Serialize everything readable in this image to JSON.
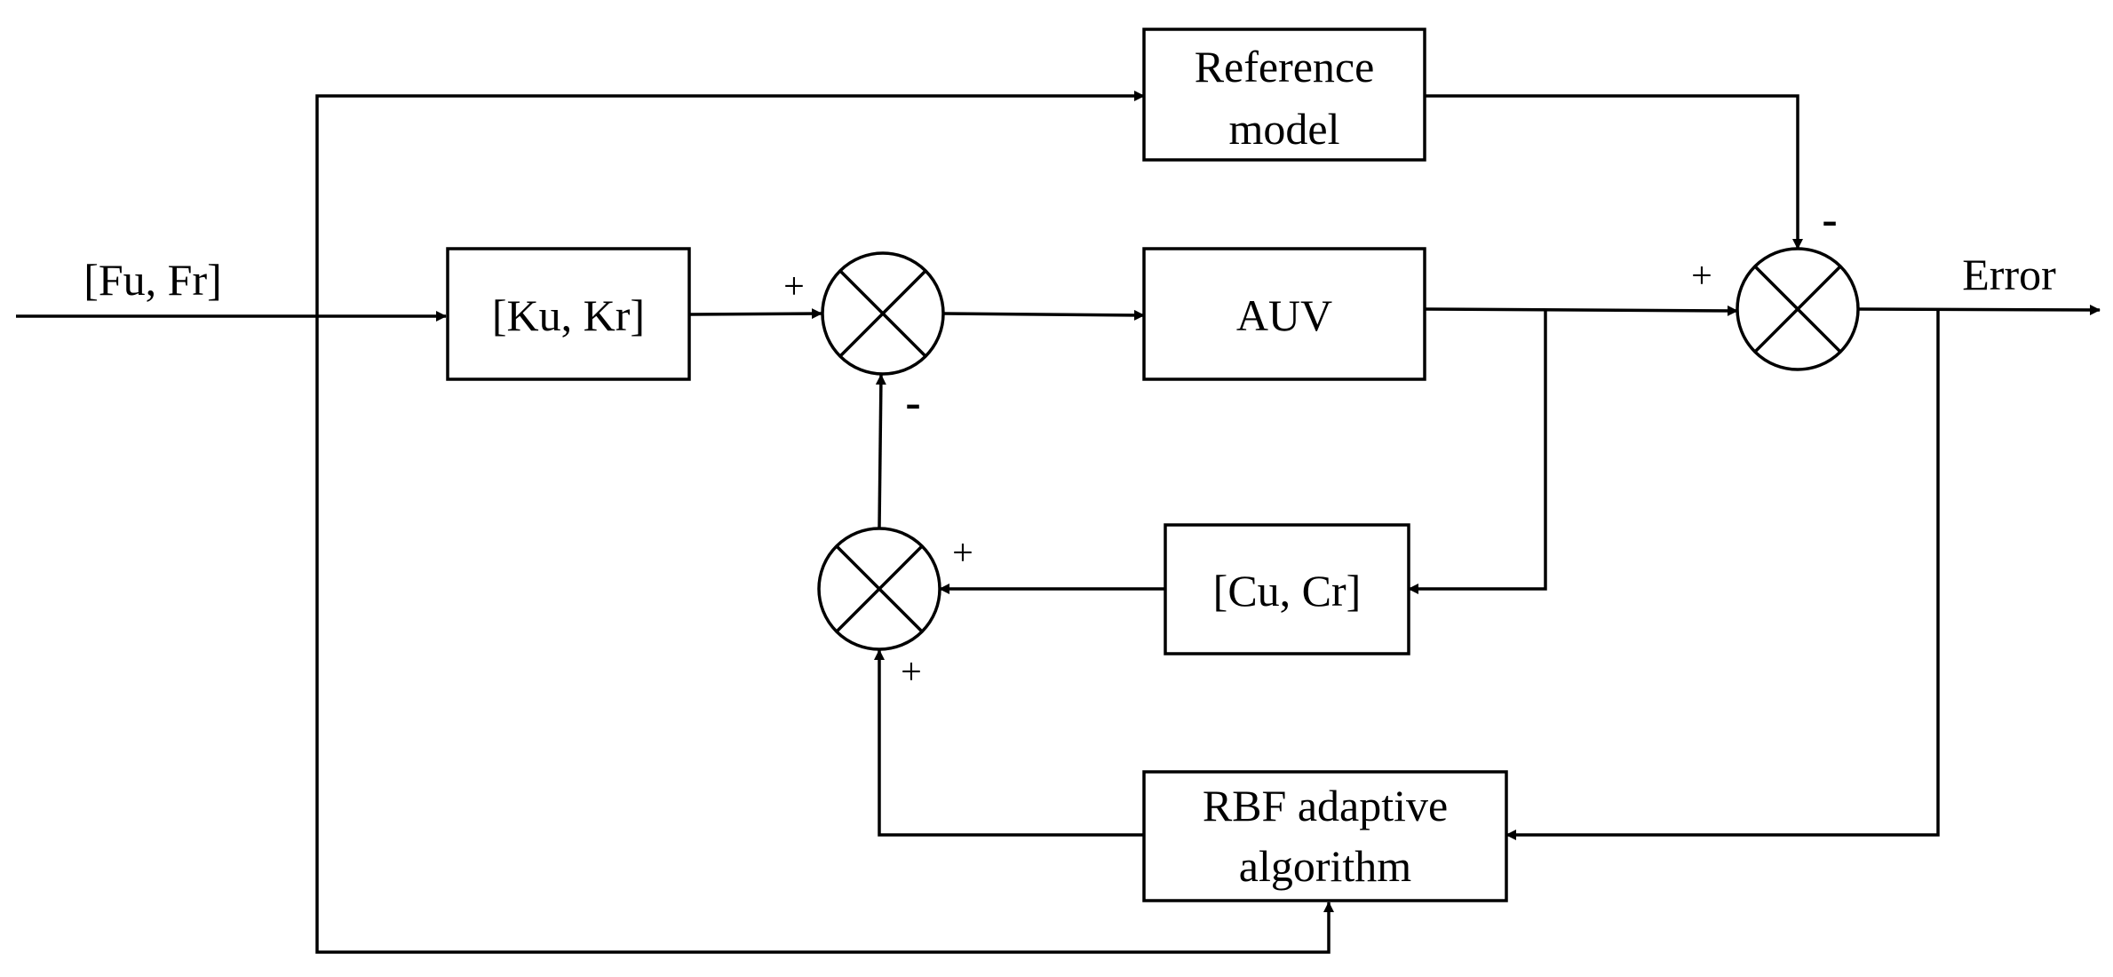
{
  "blocks": {
    "reference_model": [
      "Reference",
      "model"
    ],
    "gain": "[Ku, Kr]",
    "plant": "AUV",
    "compensator": "[Cu, Cr]",
    "rbf": [
      "RBF adaptive",
      "algorithm"
    ]
  },
  "signals": {
    "input": "[Fu, Fr]",
    "output": "Error"
  },
  "signs": {
    "sum1_gain": "+",
    "sum1_feedback": "-",
    "sum2_plant": "+",
    "sum2_reference": "-",
    "sum3_compensator": "+",
    "sum3_rbf": "+"
  }
}
